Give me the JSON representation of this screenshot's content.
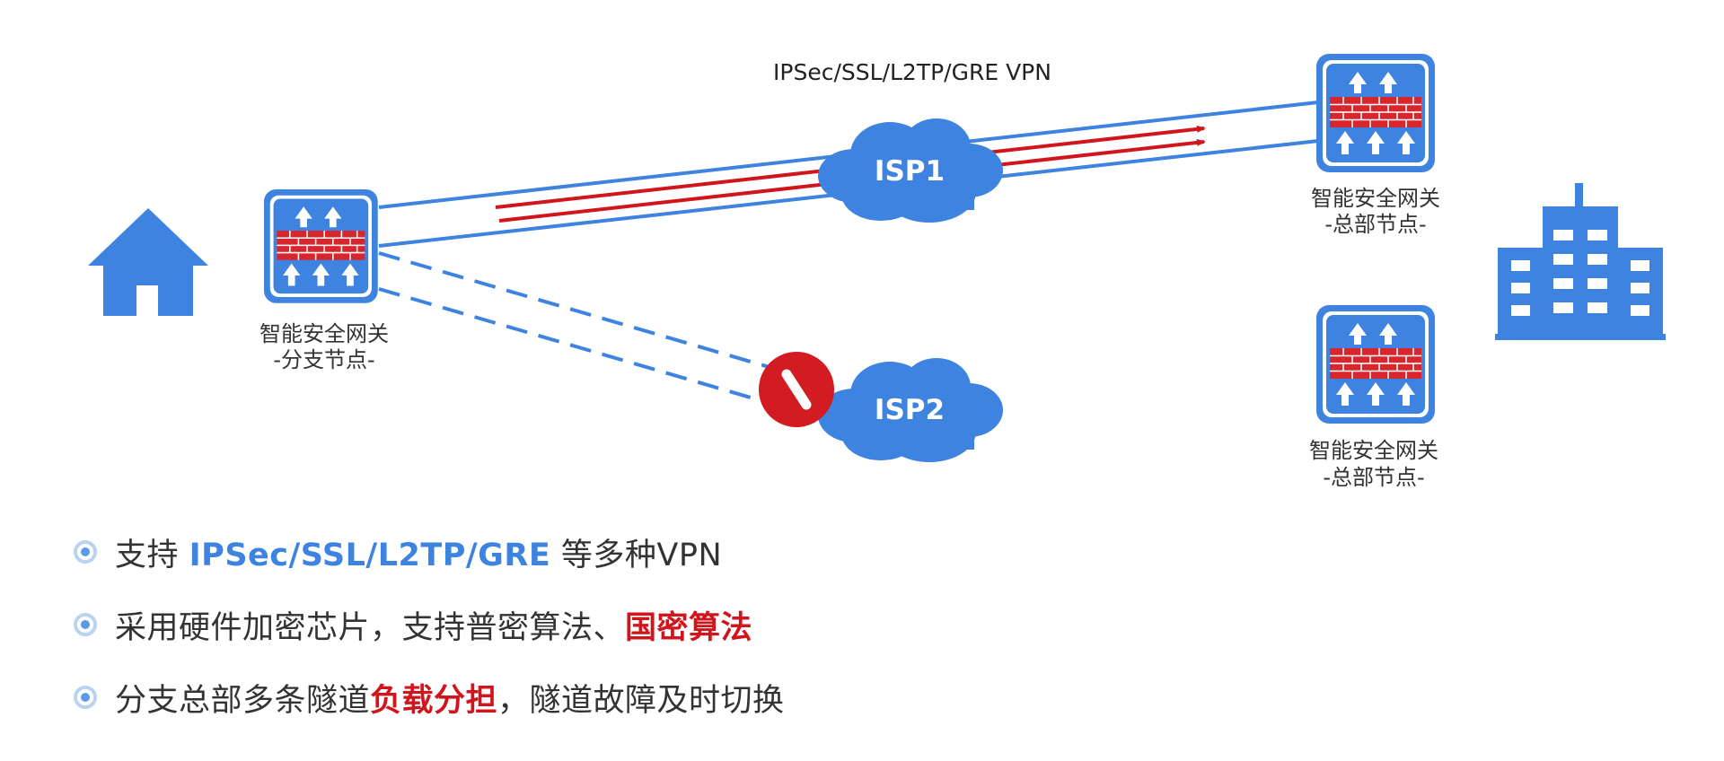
{
  "diagram": {
    "vpn_label": "IPSec/SSL/L2TP/GRE VPN",
    "isp1_label": "ISP1",
    "isp2_label": "ISP2",
    "branch_gateway": {
      "line1": "智能安全网关",
      "line2": "-分支节点-"
    },
    "hq_gateway_1": {
      "line1": "智能安全网关",
      "line2": "-总部节点-"
    },
    "hq_gateway_2": {
      "line1": "智能安全网关",
      "line2": "-总部节点-"
    },
    "icons": {
      "branch": "house-icon",
      "hq": "building-icon",
      "gateway": "firewall-gateway-icon",
      "failure": "no-entry-icon",
      "isp": "cloud-icon"
    },
    "colors": {
      "primary_blue": "#3d83df",
      "link_red": "#d0161c",
      "firewall_red": "#d8272c",
      "failure_red": "#d21c22",
      "text_dark": "#333333"
    }
  },
  "bullets": [
    {
      "before": "支持 ",
      "highlight": "IPSec/SSL/L2TP/GRE",
      "after": " 等多种VPN",
      "highlight_color": "blue"
    },
    {
      "before": "采用硬件加密芯片，支持普密算法、",
      "highlight": "国密算法",
      "after": "",
      "highlight_color": "red"
    },
    {
      "before": "分支总部多条隧道",
      "highlight": "负载分担",
      "after": "，隧道故障及时切换",
      "highlight_color": "red"
    }
  ]
}
